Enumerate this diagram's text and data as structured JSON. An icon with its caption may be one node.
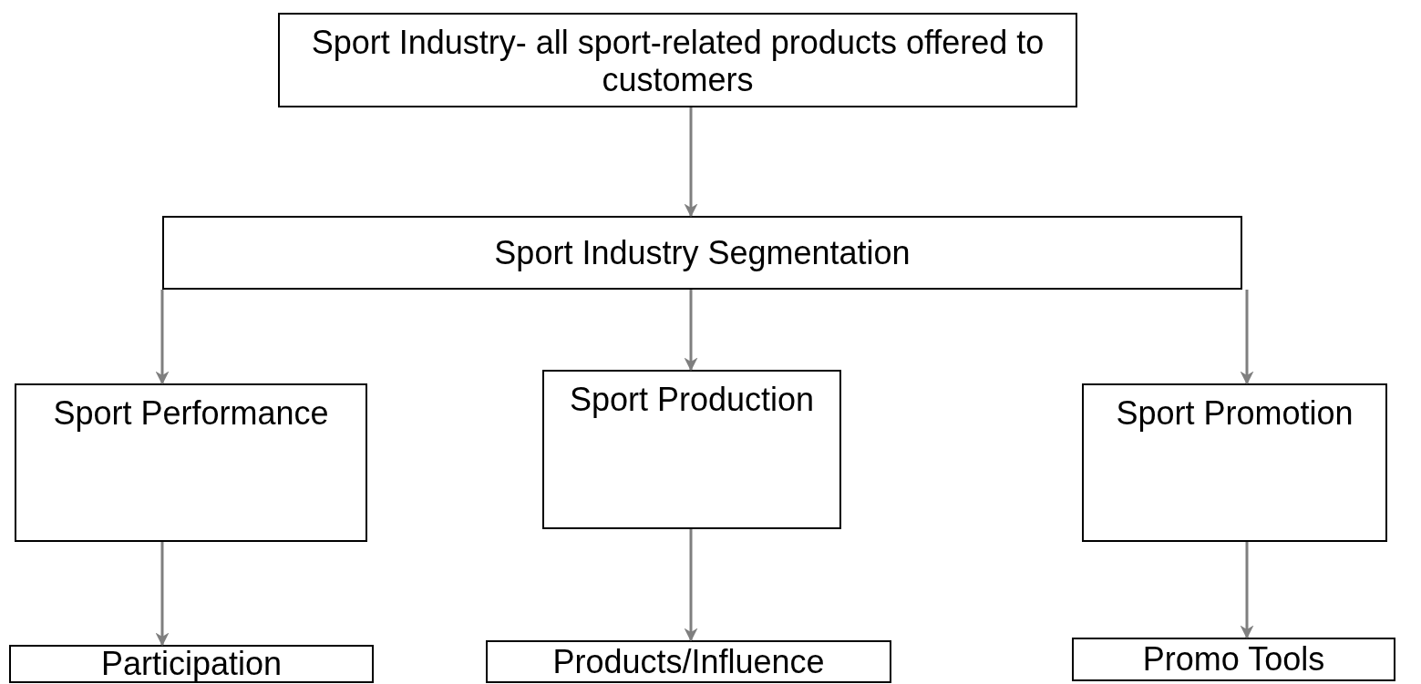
{
  "diagram": {
    "nodes": [
      {
        "text": [
          "Sport Industry- all sport-related products offered to customers"
        ]
      },
      {
        "text": [
          "Sport Industry Segmentation"
        ]
      },
      {
        "text": [
          "Sport Performance"
        ]
      },
      {
        "text": [
          "Sport Production"
        ]
      },
      {
        "text": [
          "Sport Promotion"
        ]
      },
      {
        "text": [
          "Participation"
        ]
      },
      {
        "text": [
          "Products/Influence"
        ]
      },
      {
        "text": [
          "Promo Tools"
        ]
      }
    ],
    "edges": [
      {
        "from": 0,
        "to": 1,
        "arrow": "to"
      },
      {
        "from": 1,
        "to": 2,
        "arrow": "to"
      },
      {
        "from": 1,
        "to": 3,
        "arrow": "to"
      },
      {
        "from": 1,
        "to": 4,
        "arrow": "to"
      },
      {
        "from": 2,
        "to": 5,
        "arrow": "to"
      },
      {
        "from": 3,
        "to": 6,
        "arrow": "to"
      },
      {
        "from": 4,
        "to": 7,
        "arrow": "to"
      }
    ]
  }
}
